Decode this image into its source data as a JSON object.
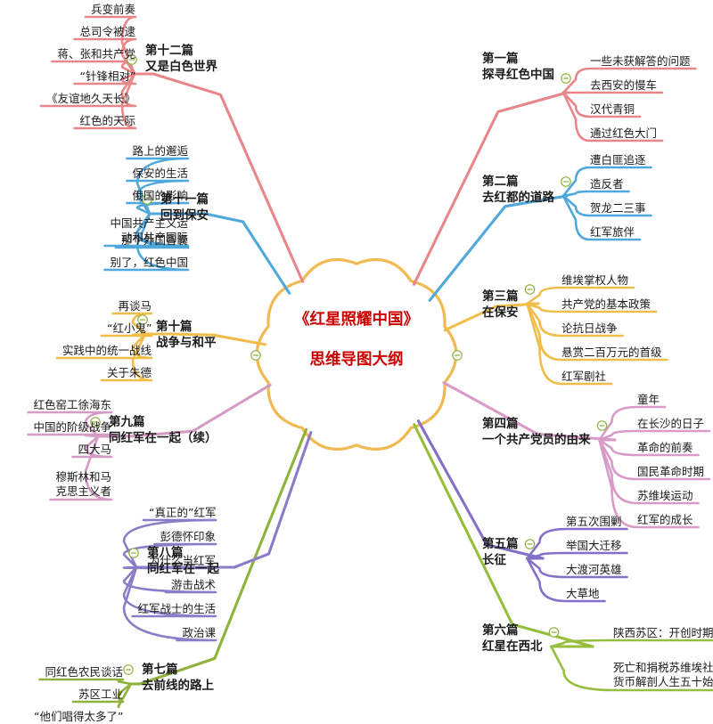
{
  "document": {
    "type": "mindmap",
    "title_line1": "《红星照耀中国》",
    "title_line2": "思维导图大纲",
    "center_border_color": "#F0B952",
    "center_text_color": "#CC0000",
    "background": "#FFFFFF",
    "toggle_icon": "collapse-minus-icon",
    "toggle_color": "#8CB33E"
  },
  "branches": [
    {
      "id": "b1",
      "label": "第一篇\n探寻红色中国",
      "label_line1": "第一篇",
      "label_line2": "探寻红色中国",
      "color": "#E8868A",
      "side": "right",
      "children": [
        {
          "text": "一些未获解答的问题"
        },
        {
          "text": "去西安的慢车"
        },
        {
          "text": "汉代青铜"
        },
        {
          "text": "通过红色大门"
        }
      ]
    },
    {
      "id": "b2",
      "label": "第二篇\n去红都的道路",
      "label_line1": "第二篇",
      "label_line2": "去红都的道路",
      "color": "#4FA8DC",
      "side": "right",
      "children": [
        {
          "text": "遭白匪追逐"
        },
        {
          "text": "造反者"
        },
        {
          "text": "贺龙二三事"
        },
        {
          "text": "红军旅伴"
        }
      ]
    },
    {
      "id": "b3",
      "label": "第三篇\n在保安",
      "label_line1": "第三篇",
      "label_line2": "在保安",
      "color": "#F0BC4A",
      "side": "right",
      "children": [
        {
          "text": "维埃掌权人物"
        },
        {
          "text": "共产党的基本政策"
        },
        {
          "text": "论抗日战争"
        },
        {
          "text": "悬赏二百万元的首级"
        },
        {
          "text": "红军剧社"
        }
      ]
    },
    {
      "id": "b4",
      "label": "第四篇\n一个共产党员的由来",
      "label_line1": "第四篇",
      "label_line2": "一个共产党员的由来",
      "color": "#D89BC8",
      "side": "right",
      "children": [
        {
          "text": "童年"
        },
        {
          "text": "在长沙的日子"
        },
        {
          "text": "革命的前奏"
        },
        {
          "text": "国民革命时期"
        },
        {
          "text": "苏维埃运动"
        },
        {
          "text": "红军的成长"
        }
      ]
    },
    {
      "id": "b5",
      "label": "第五篇\n长征",
      "label_line1": "第五篇",
      "label_line2": "长征",
      "color": "#8470C8",
      "side": "right",
      "children": [
        {
          "text": "第五次围剿"
        },
        {
          "text": "举国大迁移"
        },
        {
          "text": "大渡河英雄"
        },
        {
          "text": "大草地"
        }
      ]
    },
    {
      "id": "b6",
      "label": "第六篇\n红星在西北",
      "label_line1": "第六篇",
      "label_line2": "红星在西北",
      "color": "#96BE3C",
      "side": "right",
      "children": [
        {
          "text": "陕西苏区：开创时期"
        },
        {
          "text": "死亡和捐税苏维埃社会\n货币解剖人生五十始！",
          "two_line": true
        }
      ]
    },
    {
      "id": "b7",
      "label": "第七篇\n去前线的路上",
      "label_line1": "第七篇",
      "label_line2": "去前线的路上",
      "color": "#8FB23C",
      "side": "left",
      "children": [
        {
          "text": "同红色农民谈话"
        },
        {
          "text": "苏区工业"
        },
        {
          "text": "“他们唱得太多了”"
        }
      ]
    },
    {
      "id": "b8",
      "label": "第八篇\n同红军在一起",
      "label_line1": "第八篇",
      "label_line2": "同红军在一起",
      "color": "#8B7CC8",
      "side": "left",
      "children": [
        {
          "text": "“真正的”红军"
        },
        {
          "text": "彭德怀印象"
        },
        {
          "text": "为什么当红军"
        },
        {
          "text": "游击战术"
        },
        {
          "text": "红军战士的生活"
        },
        {
          "text": "政治课"
        }
      ]
    },
    {
      "id": "b9",
      "label": "第九篇\n同红军在一起（续）",
      "label_line1": "第九篇",
      "label_line2": "同红军在一起（续）",
      "color": "#D49BC4",
      "side": "left",
      "children": [
        {
          "text": "红色窑工徐海东"
        },
        {
          "text": "中国的阶级战争"
        },
        {
          "text": "四大马"
        },
        {
          "text": "穆斯林和马\n克思主义者",
          "two_line": true
        }
      ]
    },
    {
      "id": "b10",
      "label": "第十篇\n战争与和平",
      "label_line1": "第十篇",
      "label_line2": "战争与和平",
      "color": "#F0BC4A",
      "side": "left",
      "children": [
        {
          "text": "再谈马"
        },
        {
          "text": "“红小鬼”"
        },
        {
          "text": "实践中的统一战线"
        },
        {
          "text": "关于朱德"
        }
      ]
    },
    {
      "id": "b11",
      "label": "第十一篇\n回到保安",
      "label_line1": "第十一篇",
      "label_line2": "回到保安",
      "color": "#4FA8DC",
      "side": "left",
      "children": [
        {
          "text": "路上的邂逅"
        },
        {
          "text": "保安的生活"
        },
        {
          "text": "俄国的影响"
        },
        {
          "text": "中国共产主义运\n动和共产国际",
          "two_line": true
        },
        {
          "text": "那个外国智囊"
        },
        {
          "text": "别了，红色中国"
        }
      ]
    },
    {
      "id": "b12",
      "label": "第十二篇\n又是白色世界",
      "label_line1": "第十二篇",
      "label_line2": "又是白色世界",
      "color": "#E8868A",
      "side": "left",
      "children": [
        {
          "text": "兵变前奏"
        },
        {
          "text": "总司令被逮"
        },
        {
          "text": "蒋、张和共产党"
        },
        {
          "text": "“针锋相对”"
        },
        {
          "text": "《友谊地久天长》"
        },
        {
          "text": "红色的天际"
        }
      ]
    }
  ]
}
